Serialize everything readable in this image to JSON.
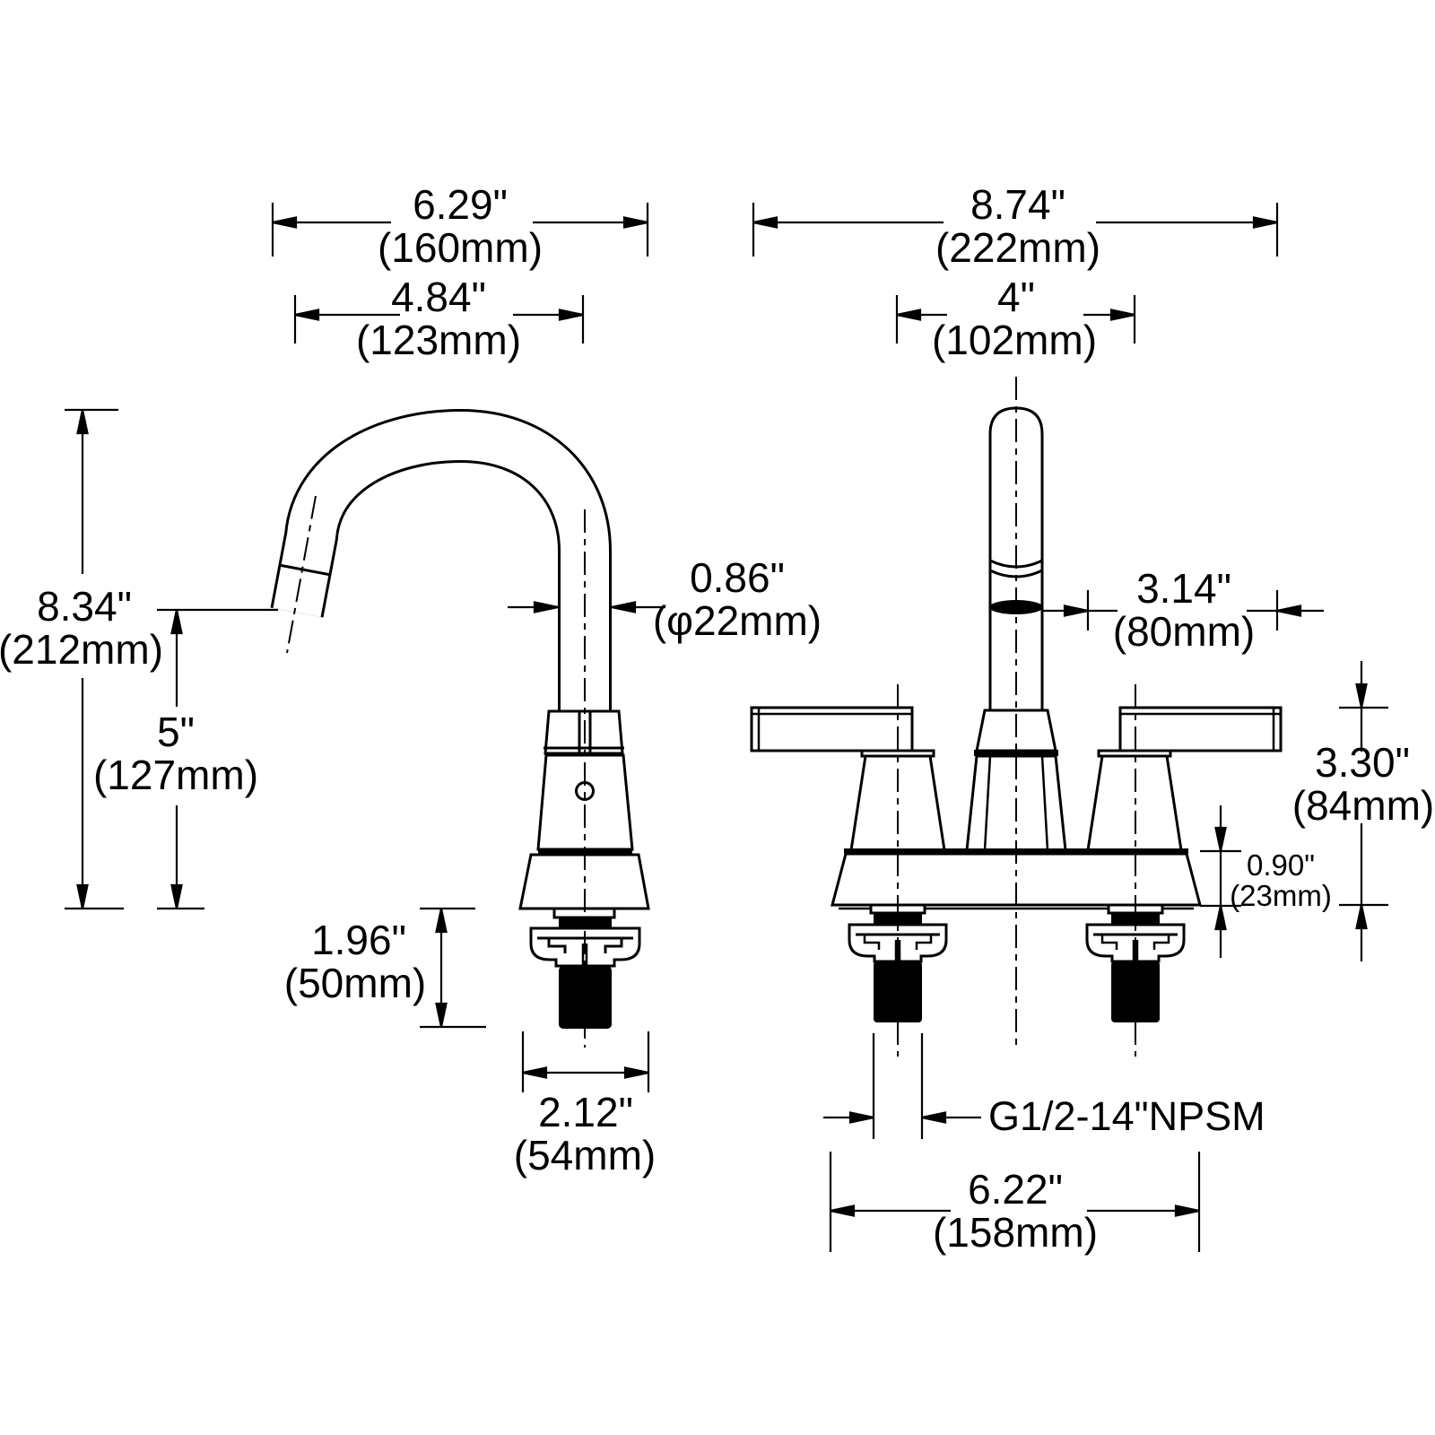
{
  "drawing": {
    "background_color": "#ffffff",
    "line_color": "#000000",
    "side_view": {
      "overall_width": {
        "in": "6.29\"",
        "mm": "(160mm)"
      },
      "spout_reach": {
        "in": "4.84\"",
        "mm": "(123mm)"
      },
      "overall_height": {
        "in": "8.34\"",
        "mm": "(212mm)"
      },
      "spout_height": {
        "in": "5\"",
        "mm": "(127mm)"
      },
      "spout_diameter": {
        "in": "0.86\"",
        "mm": "(φ22mm)"
      },
      "shank_length": {
        "in": "1.96\"",
        "mm": "(50mm)"
      },
      "base_diameter": {
        "in": "2.12\"",
        "mm": "(54mm)"
      }
    },
    "front_view": {
      "overall_width": {
        "in": "8.74\"",
        "mm": "(222mm)"
      },
      "faucet_centers": {
        "in": "4\"",
        "mm": "(102mm)"
      },
      "spout_clearance": {
        "in": "3.14\"",
        "mm": "(80mm)"
      },
      "handle_height": {
        "in": "3.30\"",
        "mm": "(84mm)"
      },
      "deck_thickness": {
        "in": "0.90\"",
        "mm": "(23mm)"
      },
      "thread_spec": "G1/2-14\"NPSM",
      "deck_width": {
        "in": "6.22\"",
        "mm": "(158mm)"
      }
    }
  }
}
